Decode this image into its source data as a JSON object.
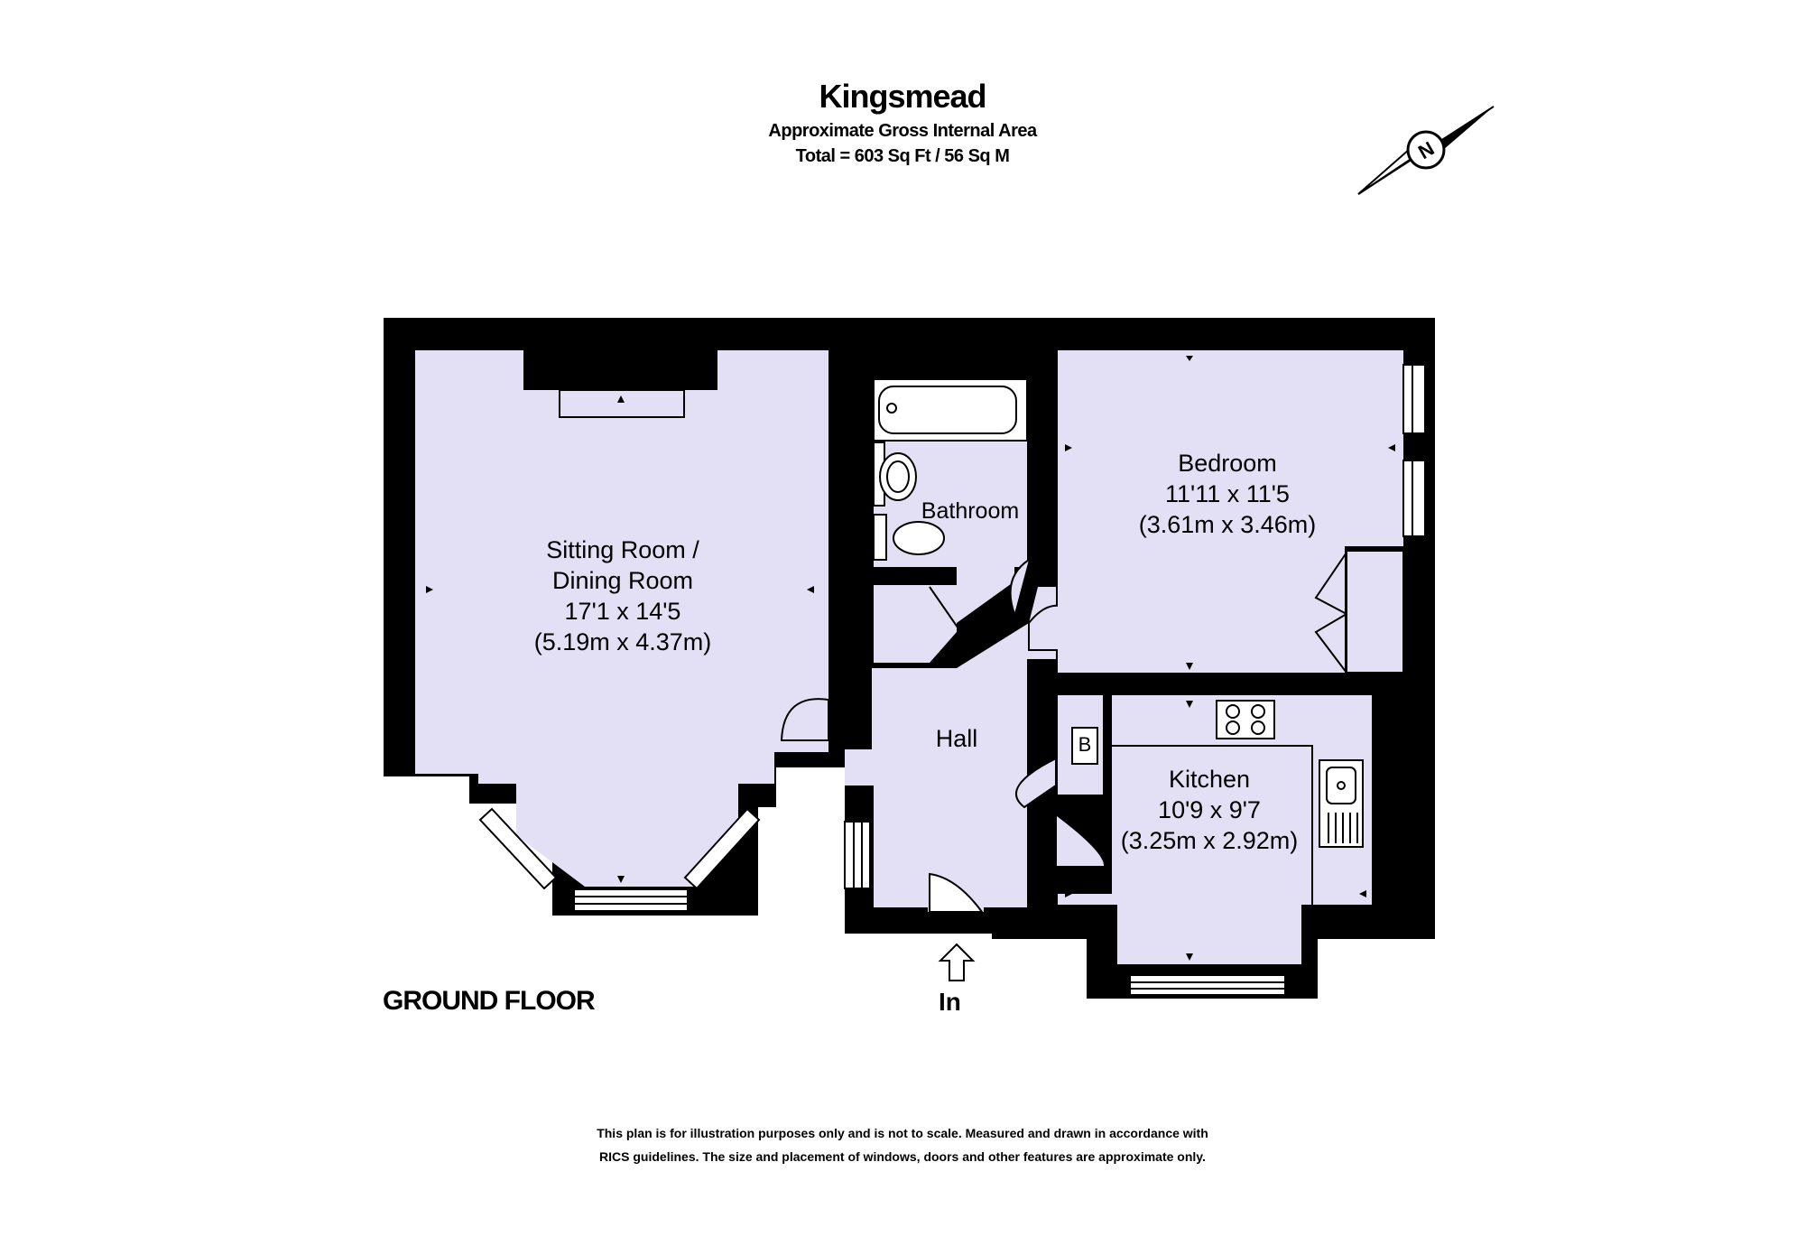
{
  "header": {
    "title": "Kingsmead",
    "subtitle": "Approximate Gross Internal Area",
    "total": "Total = 603 Sq Ft / 56 Sq M"
  },
  "floor_label": "GROUND FLOOR",
  "entrance_label": "In",
  "rooms": {
    "sitting": {
      "name_line1": "Sitting Room /",
      "name_line2": "Dining Room",
      "imperial": "17'1 x 14'5",
      "metric": "(5.19m x 4.37m)"
    },
    "bedroom": {
      "name": "Bedroom",
      "imperial": "11'11 x 11'5",
      "metric": "(3.61m x 3.46m)"
    },
    "bathroom": {
      "name": "Bathroom"
    },
    "hall": {
      "name": "Hall"
    },
    "kitchen": {
      "name": "Kitchen",
      "imperial": "10'9 x 9'7",
      "metric": "(3.25m x 2.92m)"
    },
    "boiler": {
      "name": "B"
    }
  },
  "disclaimer_line1": "This plan is for illustration purposes only and is not to scale. Measured and drawn in accordance with",
  "disclaimer_line2": "RICS guidelines. The size and placement of windows, doors and other features are approximate only.",
  "colors": {
    "wall": "#000000",
    "floor": "#e3e0f5",
    "background": "#ffffff"
  },
  "compass_icon": "north-arrow-icon"
}
